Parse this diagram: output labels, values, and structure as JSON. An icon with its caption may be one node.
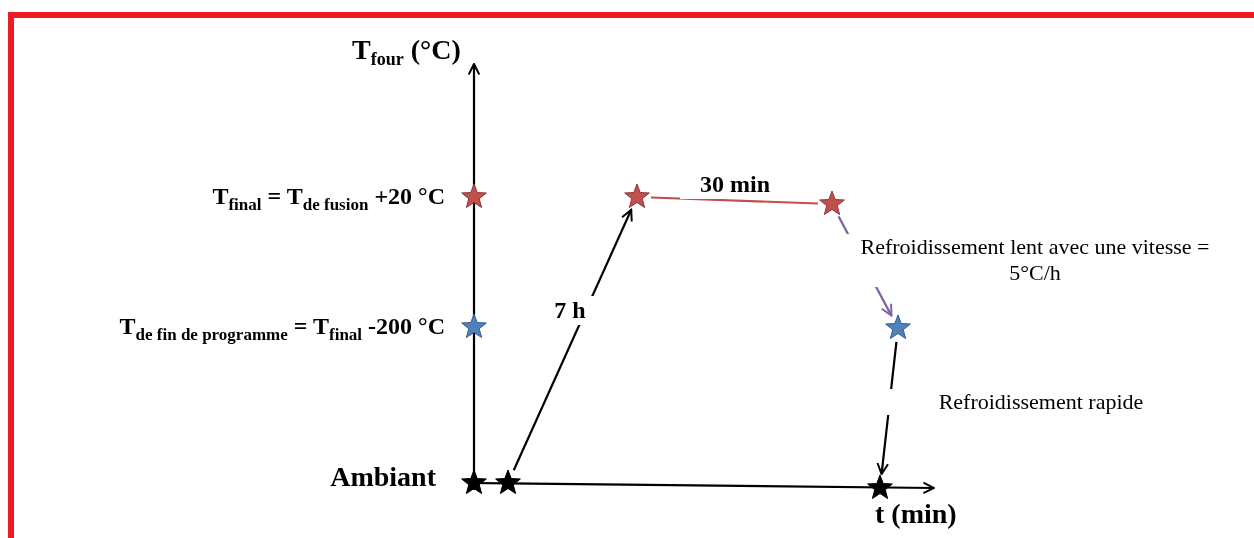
{
  "diagram": {
    "nodes": [
      {
        "text": [],
        "shape": "star",
        "beside": [
          "T$_{final}$ = T$_{de fusion}$ +20 °C"
        ]
      },
      {
        "text": [],
        "shape": "star"
      },
      {
        "text": [],
        "shape": "star"
      },
      {
        "text": [],
        "shape": "star",
        "beside": [
          "T$_{de fin de programme}$ = T$_{final}$ -200 °C"
        ]
      },
      {
        "text": [],
        "shape": "star"
      },
      {
        "text": [],
        "shape": "star",
        "beside": [
          "Ambiant"
        ]
      },
      {
        "text": [],
        "shape": "star"
      },
      {
        "text": [],
        "shape": "star"
      }
    ],
    "edges": [
      {
        "from": 6,
        "to": 1,
        "arrow": "to",
        "label": "7 h"
      },
      {
        "from": 1,
        "to": 2,
        "arrow": "none",
        "label": "30 min",
        "color": "#c0504d"
      },
      {
        "from": 2,
        "to": 4,
        "arrow": "to",
        "label": "Refroidissement lent avec une vitesse = 5°C/h",
        "color": "#8064a2"
      },
      {
        "from": 4,
        "to": 7,
        "arrow": "to",
        "label": "Refroidissement rapide"
      }
    ],
    "labels": [
      "T$_{four}$ (°C)",
      "t (min)"
    ]
  }
}
